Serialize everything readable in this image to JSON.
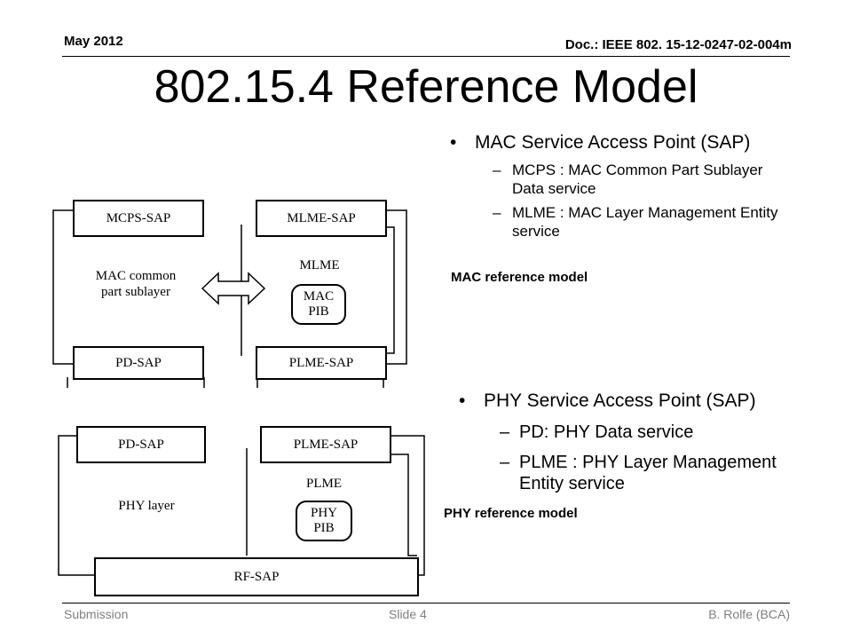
{
  "header": {
    "date": "May 2012",
    "doc": "Doc.: IEEE 802. 15-12-0247-02-004m"
  },
  "title": "802.15.4 Reference Model",
  "mac_section": {
    "bullet": "MAC Service Access Point (SAP)",
    "items": [
      "MCPS : MAC Common Part Sublayer Data service",
      "MLME : MAC Layer Management Entity service"
    ]
  },
  "phy_section": {
    "bullet": "PHY Service Access Point (SAP)",
    "items": [
      "PD: PHY Data service",
      "PLME : PHY Layer Management Entity service"
    ]
  },
  "mac_diagram": {
    "caption": "MAC reference model",
    "mcps_sap": "MCPS-SAP",
    "mlme_sap": "MLME-SAP",
    "common_line1": "MAC common",
    "common_line2": "part sublayer",
    "mlme": "MLME",
    "pib_line1": "MAC",
    "pib_line2": "PIB",
    "pd_sap": "PD-SAP",
    "plme_sap": "PLME-SAP"
  },
  "phy_diagram": {
    "caption": "PHY reference model",
    "pd_sap": "PD-SAP",
    "plme_sap": "PLME-SAP",
    "phy_layer": "PHY layer",
    "plme": "PLME",
    "pib_line1": "PHY",
    "pib_line2": "PIB",
    "rf_sap": "RF-SAP"
  },
  "footer": {
    "left": "Submission",
    "center": "Slide 4",
    "right": "B. Rolfe (BCA)"
  }
}
